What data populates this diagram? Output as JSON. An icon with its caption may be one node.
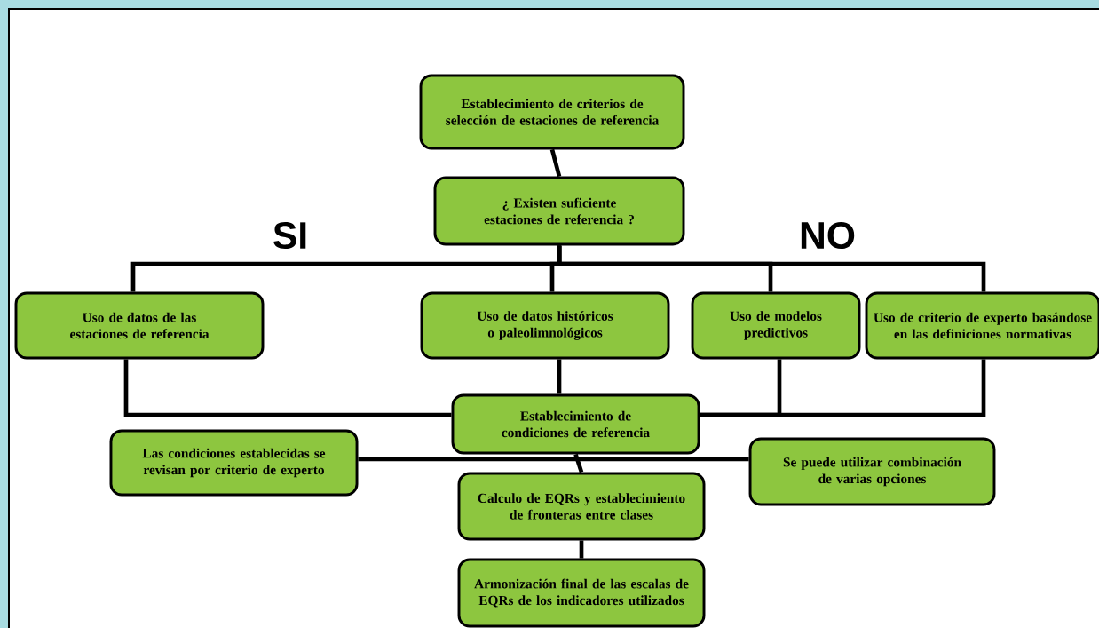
{
  "diagram": {
    "nodes": [
      {
        "text": [
          "Establecimiento de criterios de selección de estaciones de referencia"
        ]
      },
      {
        "text": [
          "¿ Existen suficiente estaciones de referencia ?"
        ]
      },
      {
        "text": [
          "Uso de datos de las estaciones de referencia"
        ]
      },
      {
        "text": [
          "Uso de datos históricos o paleolimnológicos"
        ]
      },
      {
        "text": [
          "Uso de modelos predictivos"
        ]
      },
      {
        "text": [
          "Uso de criterio de experto basándose en las definiciones normativas"
        ]
      },
      {
        "text": [
          "Establecimiento de condiciones de referencia"
        ]
      },
      {
        "text": [
          "Las condiciones establecidas se revisan por criterio de experto"
        ]
      },
      {
        "text": [
          "Se puede utilizar combinación de varias opciones"
        ]
      },
      {
        "text": [
          "Calculo de EQRs y establecimiento de fronteras entre clases"
        ]
      },
      {
        "text": [
          "Armonización final de las escalas de EQRs de los indicadores utilizados"
        ]
      }
    ],
    "edges": [
      {
        "from": 0,
        "to": 1,
        "arrow": "none"
      },
      {
        "from": 1,
        "to": 2,
        "arrow": "none"
      },
      {
        "from": 1,
        "to": 3,
        "arrow": "none"
      },
      {
        "from": 1,
        "to": 4,
        "arrow": "none"
      },
      {
        "from": 1,
        "to": 5,
        "arrow": "none"
      },
      {
        "from": 2,
        "to": 6,
        "arrow": "none"
      },
      {
        "from": 3,
        "to": 6,
        "arrow": "none"
      },
      {
        "from": 4,
        "to": 6,
        "arrow": "none"
      },
      {
        "from": 5,
        "to": 6,
        "arrow": "none"
      },
      {
        "from": 7,
        "to": 8,
        "arrow": "none"
      },
      {
        "from": 6,
        "to": 9,
        "arrow": "none"
      },
      {
        "from": 9,
        "to": 10,
        "arrow": "none"
      }
    ],
    "labels": [
      "SI",
      "NO"
    ]
  }
}
